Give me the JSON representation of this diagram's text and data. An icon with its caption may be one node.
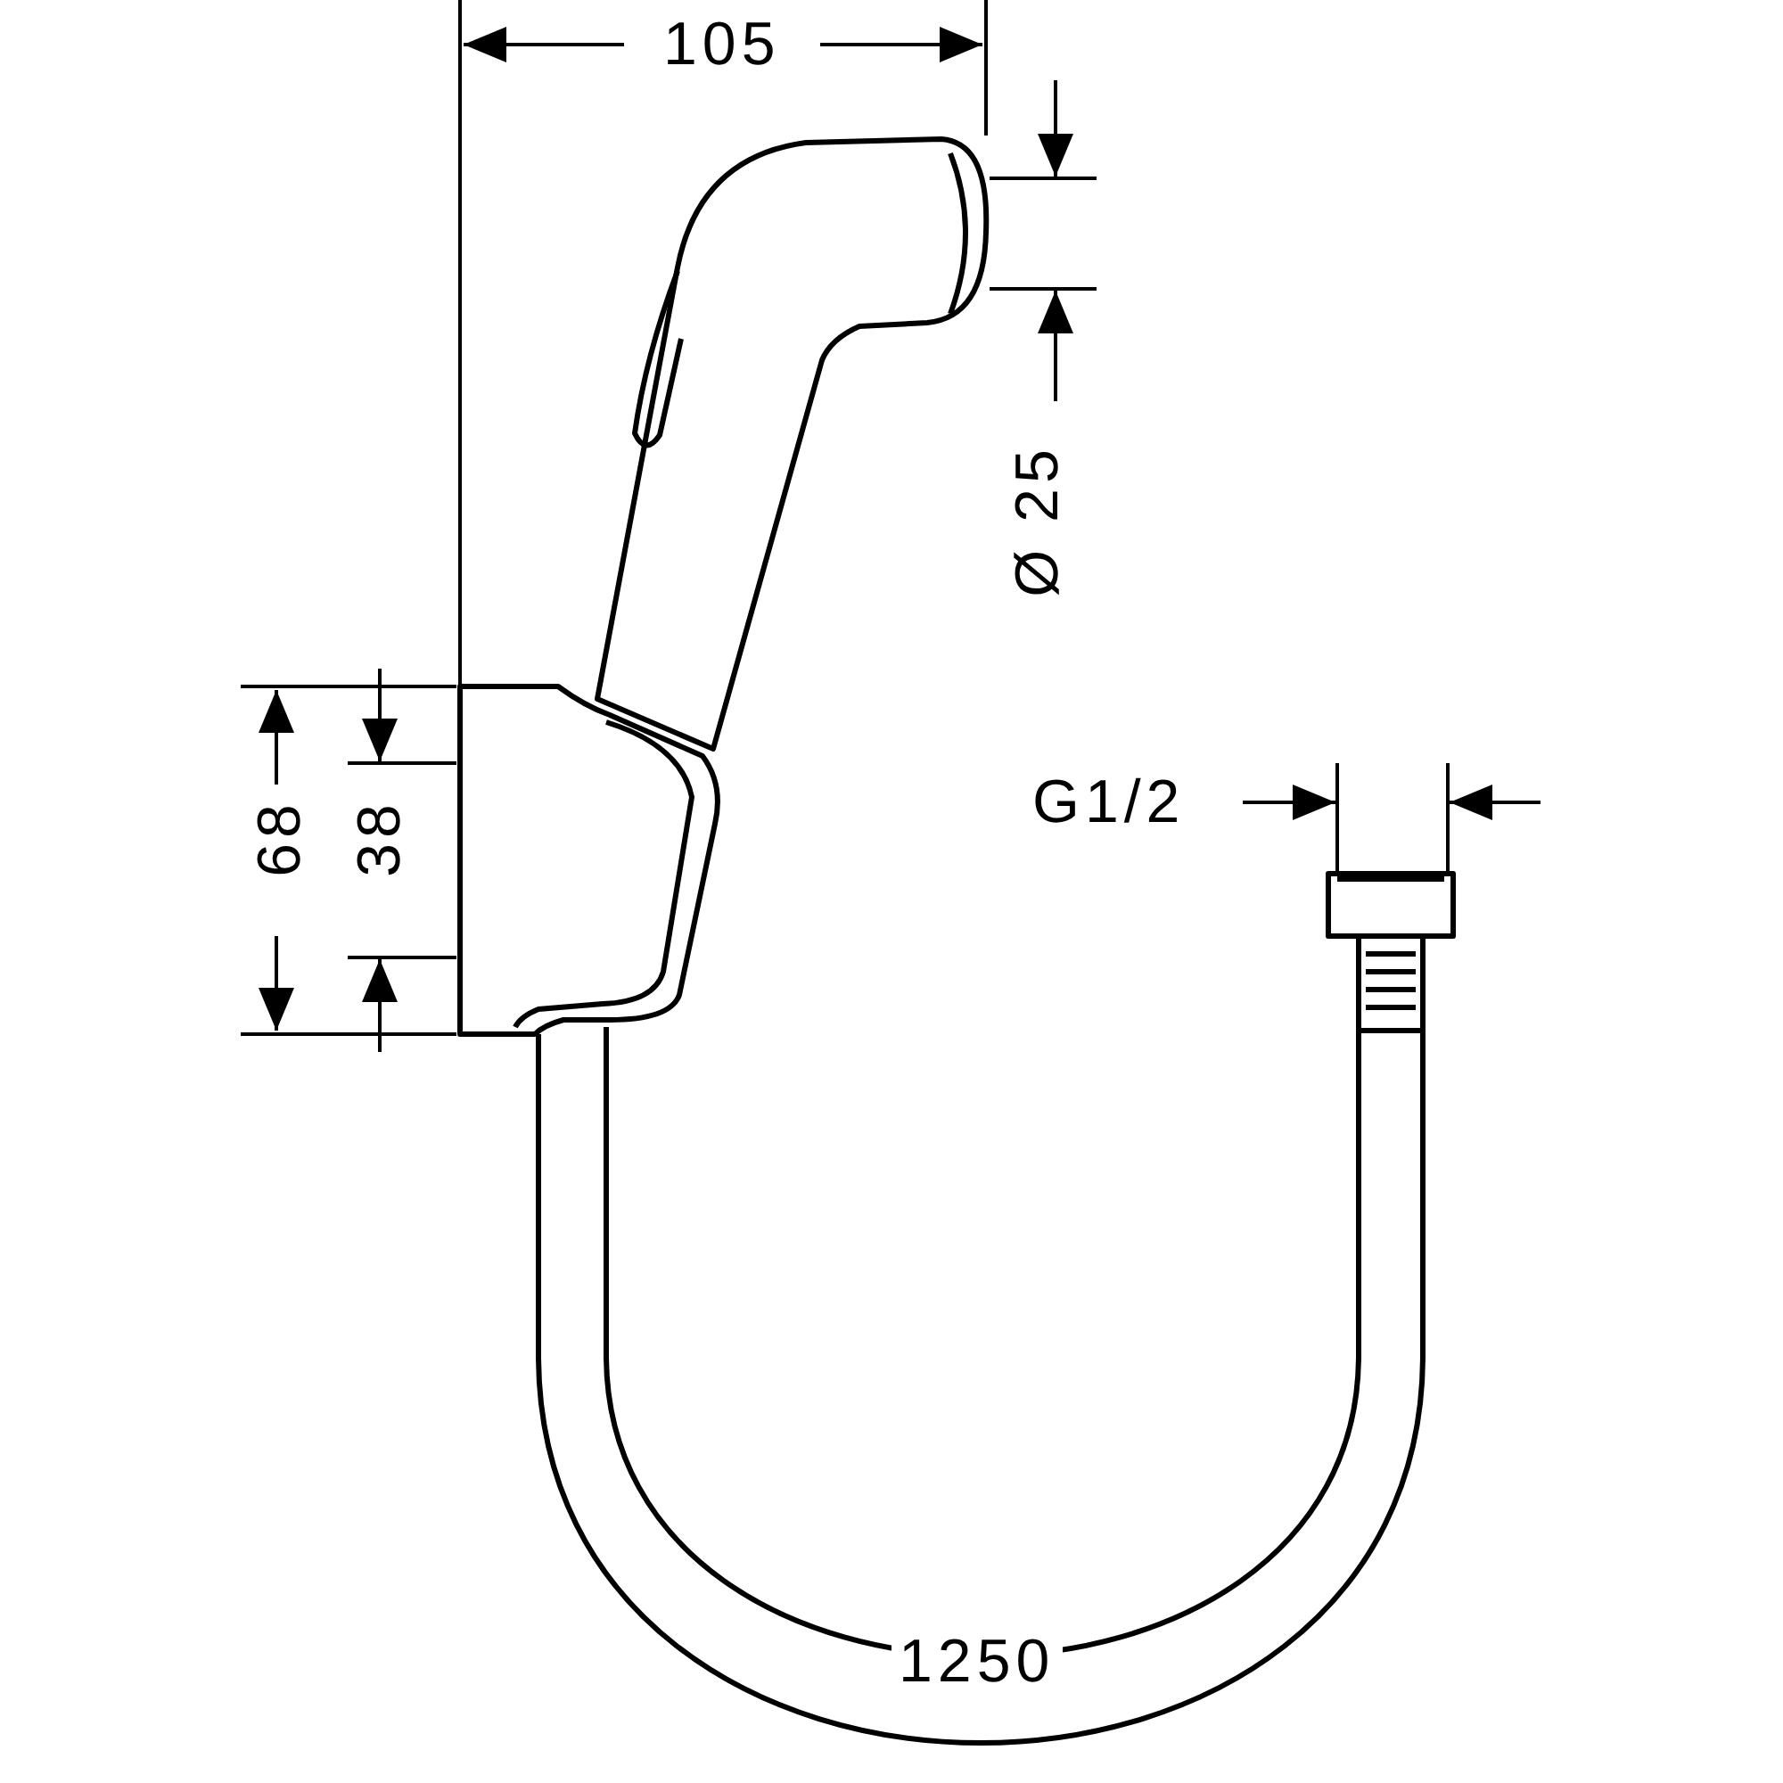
{
  "diagram": {
    "labels": [
      "105",
      "Ø 25",
      "G1/2",
      "68",
      "38",
      "1250"
    ]
  }
}
